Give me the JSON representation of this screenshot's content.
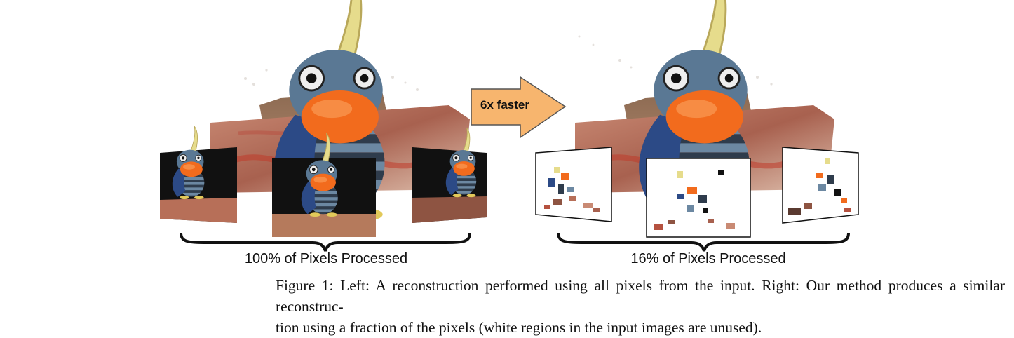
{
  "figure": {
    "arrow_label": "6x faster",
    "left_panel_label": "100% of Pixels Processed",
    "right_panel_label": "16% of Pixels Processed",
    "colors": {
      "arrow_fill": "#f7b56e",
      "arrow_stroke": "#555555",
      "beak": "#f26b1d",
      "body_blue": "#5a7894",
      "cape": "#2c4a86",
      "base_brick": "#a8614f",
      "background_dark": "#111111"
    }
  },
  "caption": {
    "line1": "Figure 1: Left: A reconstruction performed using all pixels from the input. Right: Our method produces a similar reconstruc-",
    "line2": "tion using a fraction of the pixels (white regions in the input images are unused)."
  }
}
